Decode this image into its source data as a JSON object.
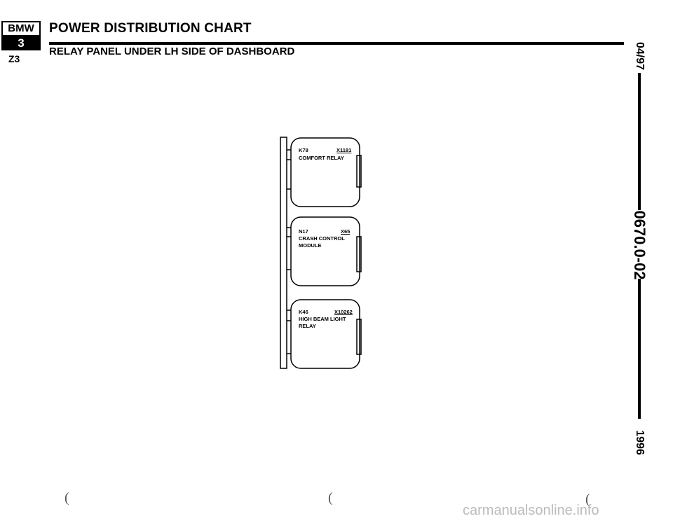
{
  "header": {
    "logo_brand": "BMW",
    "logo_series": "3",
    "logo_model": "Z3",
    "title": "POWER DISTRIBUTION CHART",
    "subtitle": "RELAY PANEL UNDER LH SIDE OF DASHBOARD"
  },
  "side": {
    "date": "04/97",
    "doc_number": "0670.0-02",
    "year": "1996"
  },
  "relays": [
    {
      "id": "K78",
      "connector": "X1181",
      "name_lines": [
        "COMFORT RELAY"
      ]
    },
    {
      "id": "N17",
      "connector": "X65",
      "name_lines": [
        "CRASH CONTROL",
        "MODULE"
      ]
    },
    {
      "id": "K46",
      "connector": "X10262",
      "name_lines": [
        "HIGH BEAM LIGHT",
        "RELAY"
      ]
    }
  ],
  "footer": {
    "watermark": "carmanualsonline.info"
  },
  "colors": {
    "ink": "#000000",
    "watermark": "#bbbbbb"
  }
}
